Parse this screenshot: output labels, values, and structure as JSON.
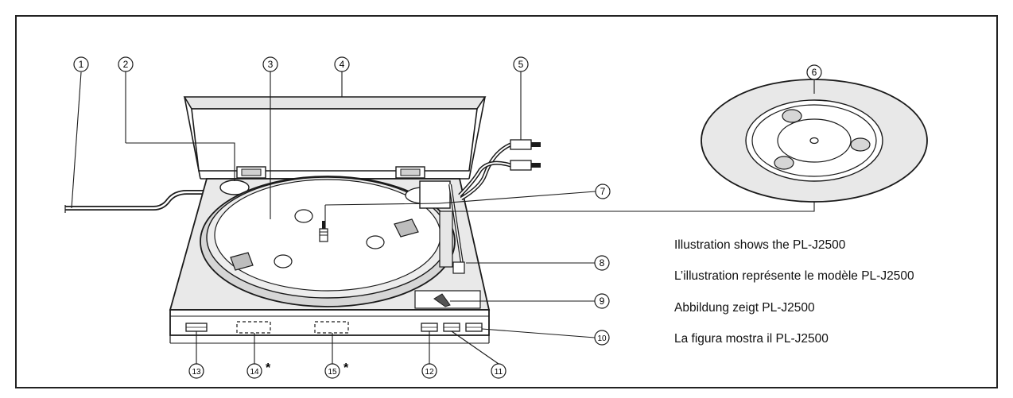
{
  "callouts": [
    {
      "number": "1"
    },
    {
      "number": "2"
    },
    {
      "number": "3"
    },
    {
      "number": "4"
    },
    {
      "number": "5"
    },
    {
      "number": "6"
    },
    {
      "number": "7"
    },
    {
      "number": "8"
    },
    {
      "number": "9"
    },
    {
      "number": "10"
    },
    {
      "number": "11"
    },
    {
      "number": "12"
    },
    {
      "number": "13"
    },
    {
      "number": "14",
      "mark": "*"
    },
    {
      "number": "15",
      "mark": "*"
    }
  ],
  "captions": [
    "Illustration shows the PL-J2500",
    "L’illustration représente le modèle PL-J2500",
    "Abbildung zeigt PL-J2500",
    "La figura mostra il PL-J2500"
  ],
  "colors": {
    "line": "#1a1a1a",
    "fill_light": "#e6e6e6",
    "fill_mid": "#d0d0d0",
    "background": "#ffffff"
  }
}
